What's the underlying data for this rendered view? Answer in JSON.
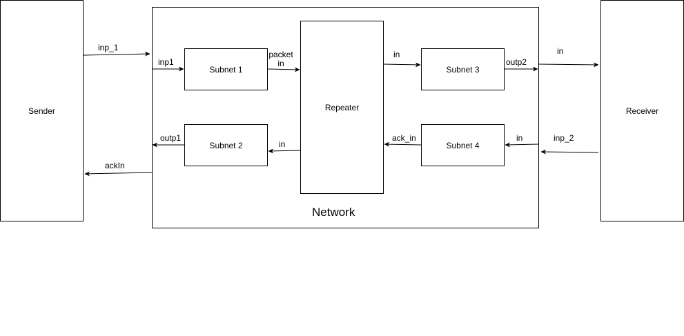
{
  "blocks": {
    "sender": "Sender",
    "receiver": "Receiver",
    "network": "Network",
    "subnet1": "Subnet 1",
    "subnet2": "Subnet 2",
    "subnet3": "Subnet 3",
    "subnet4": "Subnet 4",
    "repeater": "Repeater"
  },
  "ports": {
    "inp_1": "inp_1",
    "ackln": "ackIn",
    "inp1": "inp1",
    "outp1": "outp1",
    "packet_in": "packet\nin",
    "repeater_to_subnet2": "in",
    "repeater_to_subnet3": "in",
    "outp2": "outp2",
    "receiver_in": "in",
    "ack_in": "ack_in",
    "subnet4_in": "in",
    "inp_2": "inp_2"
  }
}
